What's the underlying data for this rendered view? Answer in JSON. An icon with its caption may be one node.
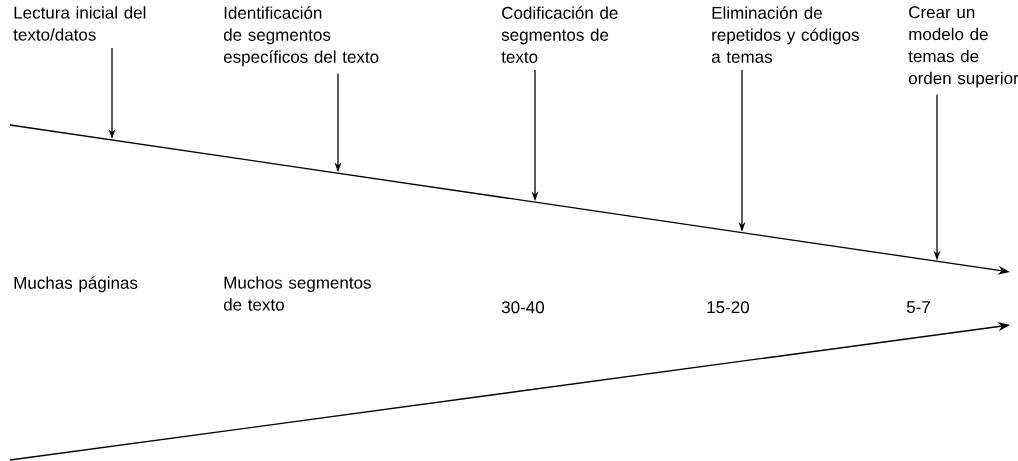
{
  "diagram": {
    "nodes": [
      {
        "text": [
          "Lectura inicial del texto/datos"
        ]
      },
      {
        "text": [
          "Identificación de segmentos específicos del texto"
        ]
      },
      {
        "text": [
          "Codificación de segmentos de texto"
        ]
      },
      {
        "text": [
          "Eliminación de repetidos y códigos a temas"
        ]
      },
      {
        "text": [
          "Crear un modelo de temas de orden superior"
        ]
      }
    ],
    "edges": [
      {
        "from": 0,
        "to": null,
        "arrow": "to"
      },
      {
        "from": 1,
        "to": null,
        "arrow": "to"
      },
      {
        "from": 2,
        "to": null,
        "arrow": "to"
      },
      {
        "from": 3,
        "to": null,
        "arrow": "to"
      },
      {
        "from": 4,
        "to": null,
        "arrow": "to"
      }
    ],
    "labels": [
      "Muchas páginas",
      "Muchos segmentos de texto",
      "30-40",
      "15-20",
      "5-7"
    ]
  }
}
